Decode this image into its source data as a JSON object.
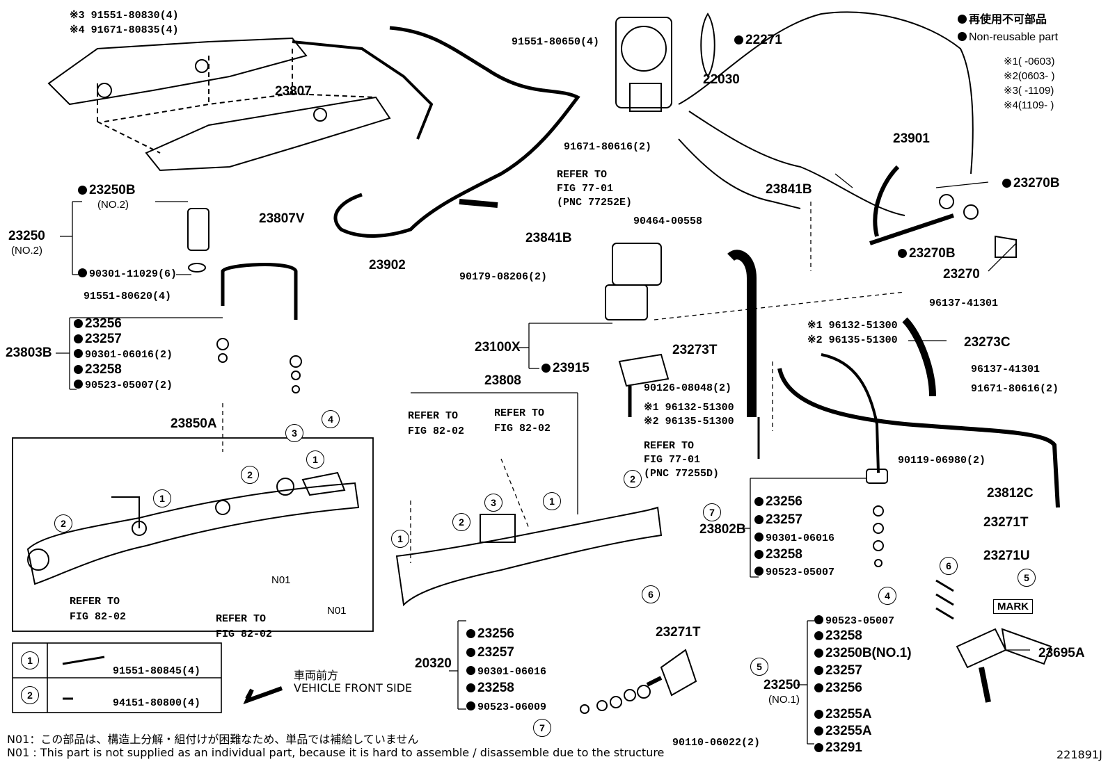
{
  "legend": {
    "non_reusable_jp": "再使用不可部品",
    "non_reusable_en": "Non-reusable part",
    "notes": [
      "※1(  -0603)",
      "※2(0603-  )",
      "※3(  -1109)",
      "※4(1109-  )"
    ]
  },
  "labels": {
    "a1": "※3 91551-80830(4)",
    "a2": "※4 91671-80835(4)",
    "a3": "91551-80650(4)",
    "a4": "22271",
    "a5": "22030",
    "a6": "23807",
    "a7": "91671-80616(2)",
    "a8": "23901",
    "a9": "23250B",
    "a10": "(NO.2)",
    "a11": "23250",
    "a12": "(NO.2)",
    "a13": "90301-11029(6)",
    "a14": "23807V",
    "a15": "23902",
    "a16": "23841B",
    "a17": "23841B",
    "a18": "23270B",
    "a19": "23270B",
    "a20": "23270",
    "a21": "90464-00558",
    "a22": "90179-08206(2)",
    "a23": "96137-41301",
    "a24": "91551-80620(4)",
    "a25": "23256",
    "a26": "23257",
    "a27": "90301-06016(2)",
    "a28": "23258",
    "a29": "90523-05007(2)",
    "a30": "23803B",
    "a31": "23100X",
    "a32": "23915",
    "a33": "23273T",
    "a34": "※1 96132-51300",
    "a35": "※2 96135-51300",
    "a36": "23273C",
    "a37": "96137-41301",
    "a38": "91671-80616(2)",
    "a39": "90126-08048(2)",
    "a40": "※1 96132-51300",
    "a41": "※2 96135-51300",
    "a42": "23808",
    "a43": "23850A",
    "a44": "90119-06980(2)",
    "a45": "23812C",
    "a46": "23802B",
    "a47": "23256",
    "a48": "23257",
    "a49": "90301-06016",
    "a50": "23258",
    "a51": "90523-05007",
    "a52": "23271T",
    "a53": "23271U",
    "a54": "20320",
    "a55": "23256",
    "a56": "23257",
    "a57": "90301-06016",
    "a58": "23258",
    "a59": "90523-06009",
    "a60": "23271T",
    "a61": "90110-06022(2)",
    "a62": "23250",
    "a63": "(NO.1)",
    "a64": "90523-05007",
    "a65": "23258",
    "a66": "23250B(NO.1)",
    "a67": "23257",
    "a68": "23256",
    "a69": "23255A",
    "a70": "23255A",
    "a71": "23291",
    "a72": "23695A",
    "a73": "MARK",
    "a74": "N01",
    "a75": "N01"
  },
  "refer": {
    "r1": [
      "REFER TO",
      "FIG 77-01",
      "(PNC 77252E)"
    ],
    "r2": [
      "REFER TO",
      "FIG 82-02"
    ],
    "r3": [
      "REFER TO",
      "FIG 82-02"
    ],
    "r4": [
      "REFER TO",
      "FIG 77-01",
      "(PNC 77255D)"
    ],
    "r5": [
      "REFER TO",
      "FIG 82-02"
    ],
    "r6": [
      "REFER TO",
      "FIG 82-02"
    ]
  },
  "callouts": [
    "1",
    "2",
    "3",
    "4",
    "5",
    "6",
    "7"
  ],
  "key_table": {
    "row1_num": "1",
    "row1_part": "91551-80845(4)",
    "row2_num": "2",
    "row2_part": "94151-80800(4)"
  },
  "front": {
    "jp": "車両前方",
    "en": "VEHICLE FRONT SIDE"
  },
  "footnotes": {
    "jp": "N01：この部品は、構造上分解・組付けが困難なため、単品では補給していません",
    "en": "N01 : This part is not supplied as an individual part, because it is hard to assemble / disassemble due to the structure"
  },
  "figure_id": "221891J"
}
